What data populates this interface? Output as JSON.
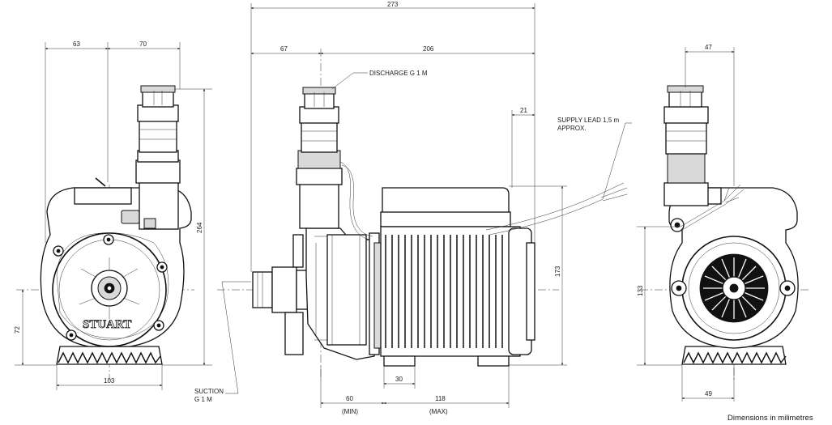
{
  "drawing": {
    "dimensions": {
      "front_left_width": "63",
      "front_right_width": "70",
      "front_height": "264",
      "front_shaft_height": "72",
      "front_base_width": "103",
      "side_overall_length": "273",
      "side_inlet_offset": "67",
      "side_motor_length": "206",
      "side_lead_offset": "21",
      "side_motor_height": "173",
      "side_foot_width": "30",
      "side_min": "60",
      "side_max": "118",
      "rear_top_offset": "47",
      "rear_shaft_height": "133",
      "rear_base_offset": "49"
    },
    "labels": {
      "discharge": "DISCHARGE G 1 M",
      "supply_line1": "SUPPLY LEAD 1,5 m",
      "supply_line2": "APPROX.",
      "suction_line1": "SUCTION",
      "suction_line2": "G 1 M",
      "min": "(MIN)",
      "max": "(MAX)",
      "brand": "STUART",
      "footnote": "Dimensions in milimetres"
    }
  }
}
